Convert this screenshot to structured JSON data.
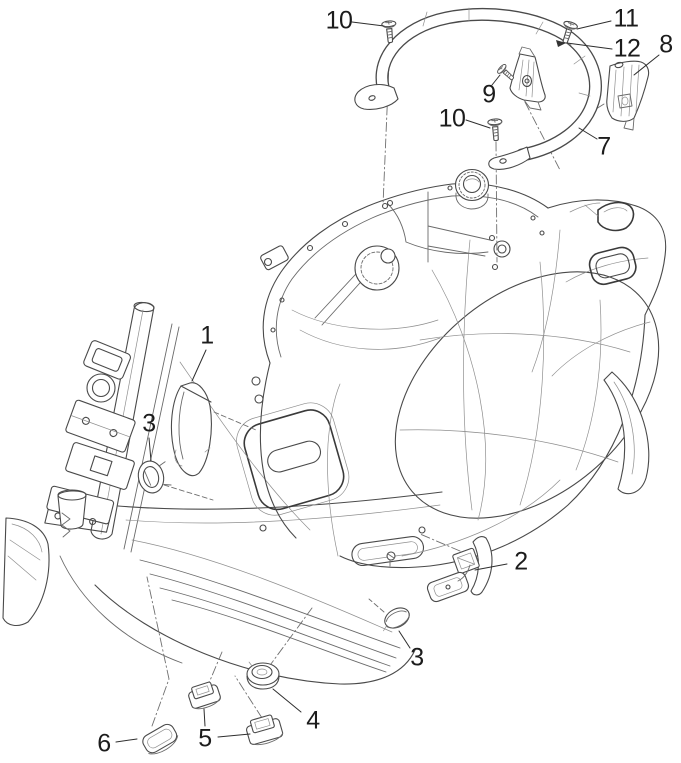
{
  "diagram": {
    "type": "exploded-parts-diagram",
    "subject": "scooter-side-covers-and-grab-rail",
    "background_color": "#ffffff",
    "line_color": "#4a4a4a",
    "label_color": "#1c1c1c",
    "callouts": [
      {
        "name": "callout-screw-rail-front",
        "label": "10"
      },
      {
        "name": "callout-screw-rail-top",
        "label": "11"
      },
      {
        "name": "callout-clip",
        "label": "12"
      },
      {
        "name": "callout-cover-right",
        "label": "8"
      },
      {
        "name": "callout-screw-cover",
        "label": "9"
      },
      {
        "name": "callout-screw-rail-rear",
        "label": "10"
      },
      {
        "name": "callout-grab-rail",
        "label": "7"
      },
      {
        "name": "callout-shield-cover",
        "label": "1"
      },
      {
        "name": "callout-grommet-upper",
        "label": "3"
      },
      {
        "name": "callout-bracket",
        "label": "2"
      },
      {
        "name": "callout-cap-lower",
        "label": "3"
      },
      {
        "name": "callout-round-plug",
        "label": "4"
      },
      {
        "name": "callout-rect-plugs",
        "label": "5"
      },
      {
        "name": "callout-blank-cover",
        "label": "6"
      }
    ]
  }
}
